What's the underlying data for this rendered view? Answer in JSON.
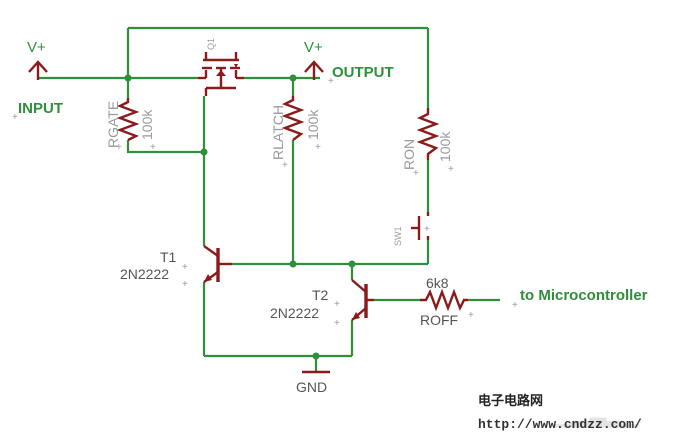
{
  "labels": {
    "vplus_left": "V+",
    "vplus_mid": "V+",
    "input": "INPUT",
    "output": "OUTPUT",
    "q1": "Q1",
    "rgate_name": "RGATE",
    "rgate_value": "100k",
    "rlatch_name": "RLATCH",
    "rlatch_value": "100k",
    "ron_name": "RON",
    "ron_value": "100k",
    "sw1": "SW1",
    "t1_name": "T1",
    "t1_part": "2N2222",
    "t2_name": "T2",
    "t2_part": "2N2222",
    "roff_value": "6k8",
    "roff_name": "ROFF",
    "gnd": "GND",
    "micro": "to Microcontroller"
  },
  "watermark": {
    "site_cn": "电子电路网",
    "url": "http://www.cndzz.com/"
  },
  "colors": {
    "wire": "#2f8f3a",
    "component": "#8b1a1a",
    "reference_text": "#9a9a9a"
  }
}
